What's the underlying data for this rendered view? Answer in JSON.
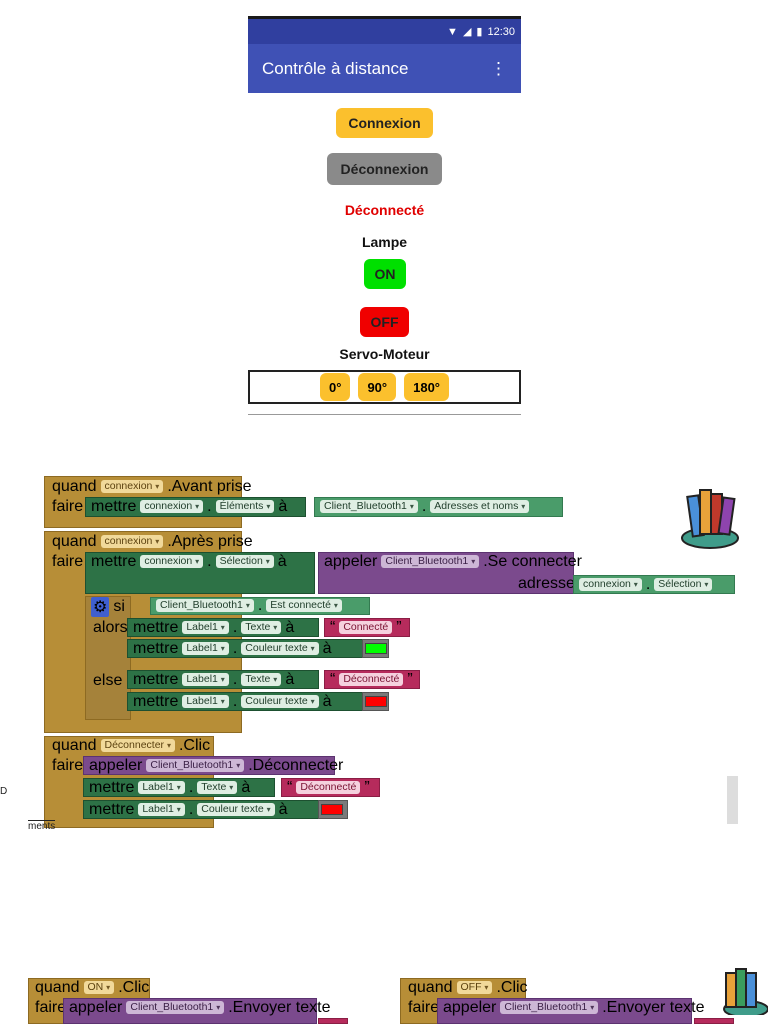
{
  "phone": {
    "status_time": "12:30",
    "title": "Contrôle à distance",
    "menu_icon": "more-vert-icon",
    "btn_connect": "Connexion",
    "btn_disconnect": "Déconnexion",
    "status_label": "Déconnecté",
    "lamp_label": "Lampe",
    "btn_on": "ON",
    "btn_off": "OFF",
    "servo_label": "Servo-Moteur",
    "servo_buttons": [
      "0°",
      "90°",
      "180°"
    ]
  },
  "blocks": {
    "quand": "quand",
    "faire": "faire",
    "mettre": "mettre",
    "appeler": "appeler",
    "a": "à",
    "si": "si",
    "alors": "alors",
    "else": "else",
    "adresse": "adresse",
    "connexion": "connexion",
    "avant_prise": ".Avant prise",
    "apres_prise": ".Après prise",
    "elements": "Éléments",
    "selection": "Sélection",
    "client": "Client_Bluetooth1",
    "adresses": "Adresses et noms",
    "se_connecter": ".Se connecter",
    "est_connecte": "Est connecté",
    "label1": "Label1",
    "texte": "Texte",
    "couleur": "Couleur texte",
    "connecte_str": "Connecté",
    "deconnecte_str": "Déconnecté",
    "deconnecter": "Déconnecter",
    "clic": ".Clic",
    "deconnecter_method": ".Déconnecter",
    "on": "ON",
    "off": "OFF",
    "envoyer": ".Envoyer texte",
    "ments": "ments",
    "side_d": "D"
  },
  "colors": {
    "green": "#00ff00",
    "red": "#ff0000"
  }
}
